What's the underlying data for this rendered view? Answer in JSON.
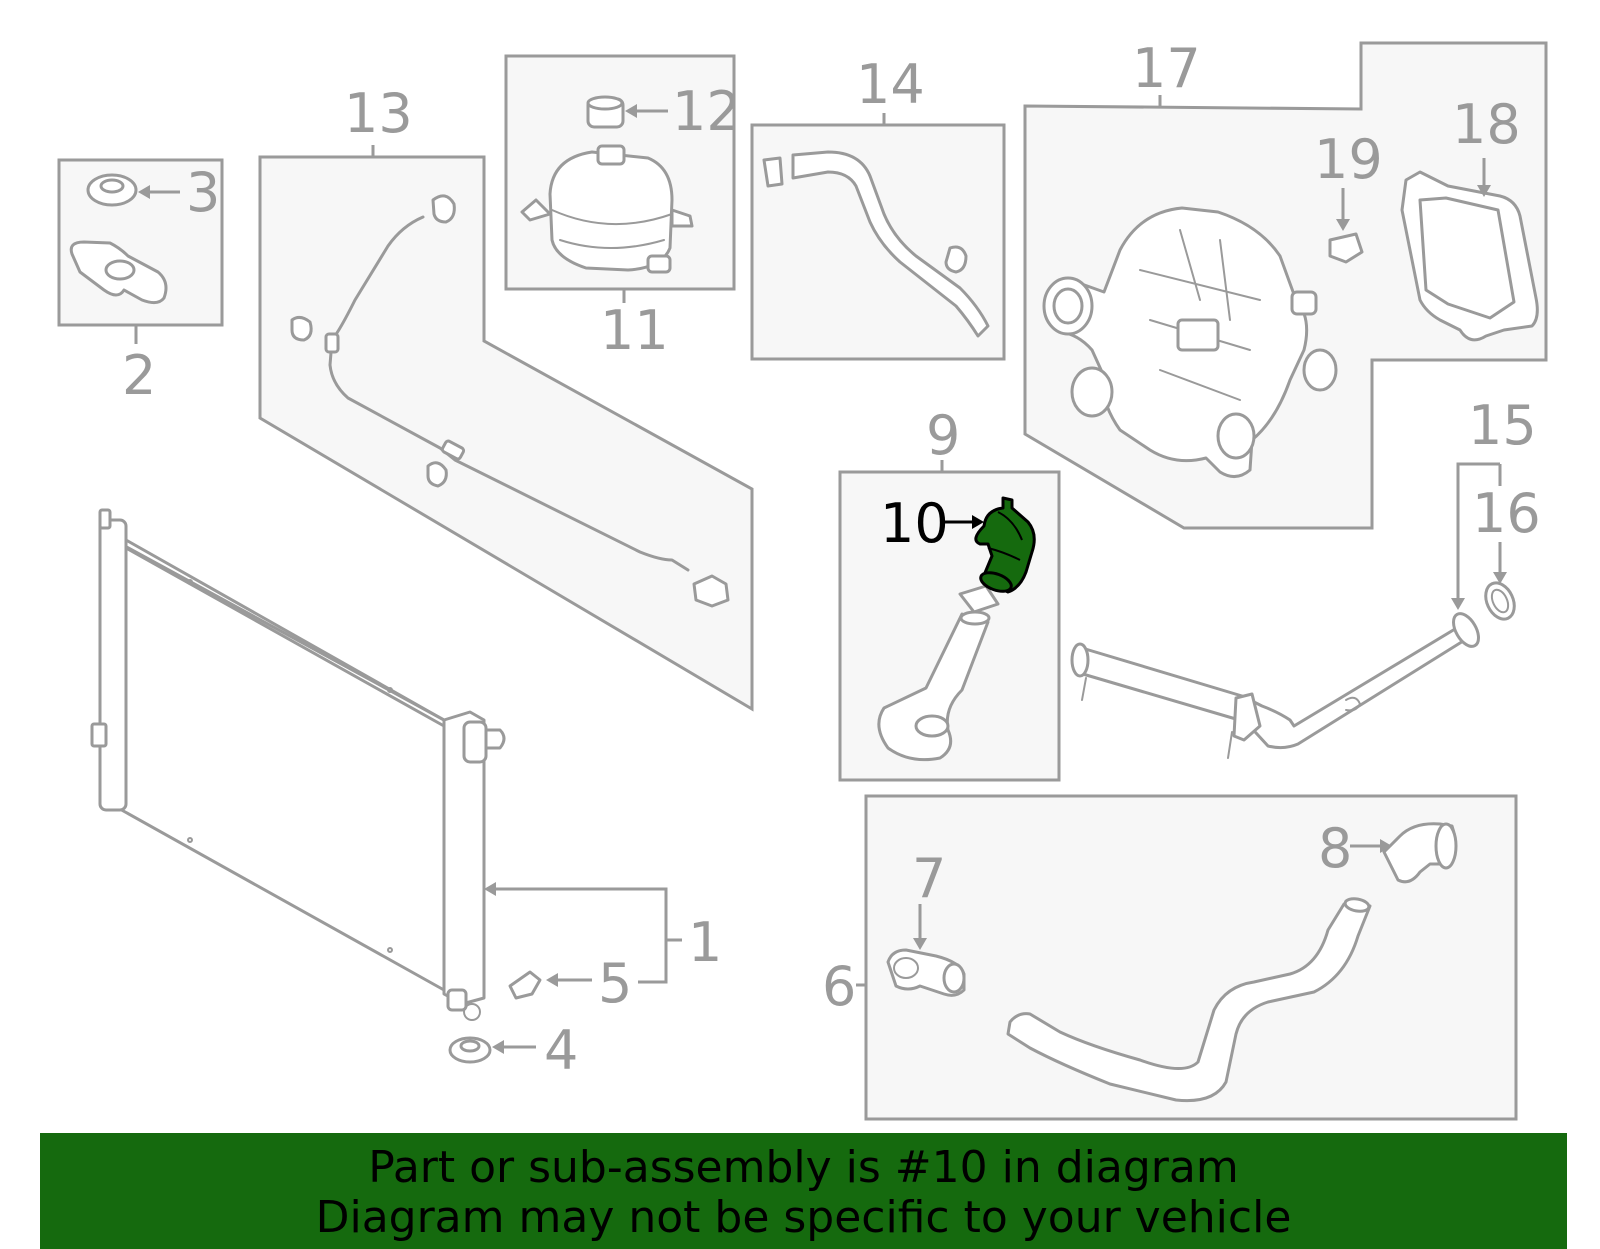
{
  "callouts": {
    "c1": "1",
    "c2": "2",
    "c3": "3",
    "c4": "4",
    "c5": "5",
    "c6": "6",
    "c7": "7",
    "c8": "8",
    "c9": "9",
    "c10": "10",
    "c11": "11",
    "c12": "12",
    "c13": "13",
    "c14": "14",
    "c15": "15",
    "c16": "16",
    "c17": "17",
    "c18": "18",
    "c19": "19"
  },
  "highlighted_part": "10",
  "banner": {
    "line1": "Part or sub-assembly is #10 in diagram",
    "line2": "Diagram may not be specific to your vehicle"
  },
  "colors": {
    "outline_gray": "#9a9a9a",
    "box_fill": "#f7f7f7",
    "highlight_green": "#156a0e",
    "banner_green": "#156a0e",
    "text_black": "#000000"
  }
}
